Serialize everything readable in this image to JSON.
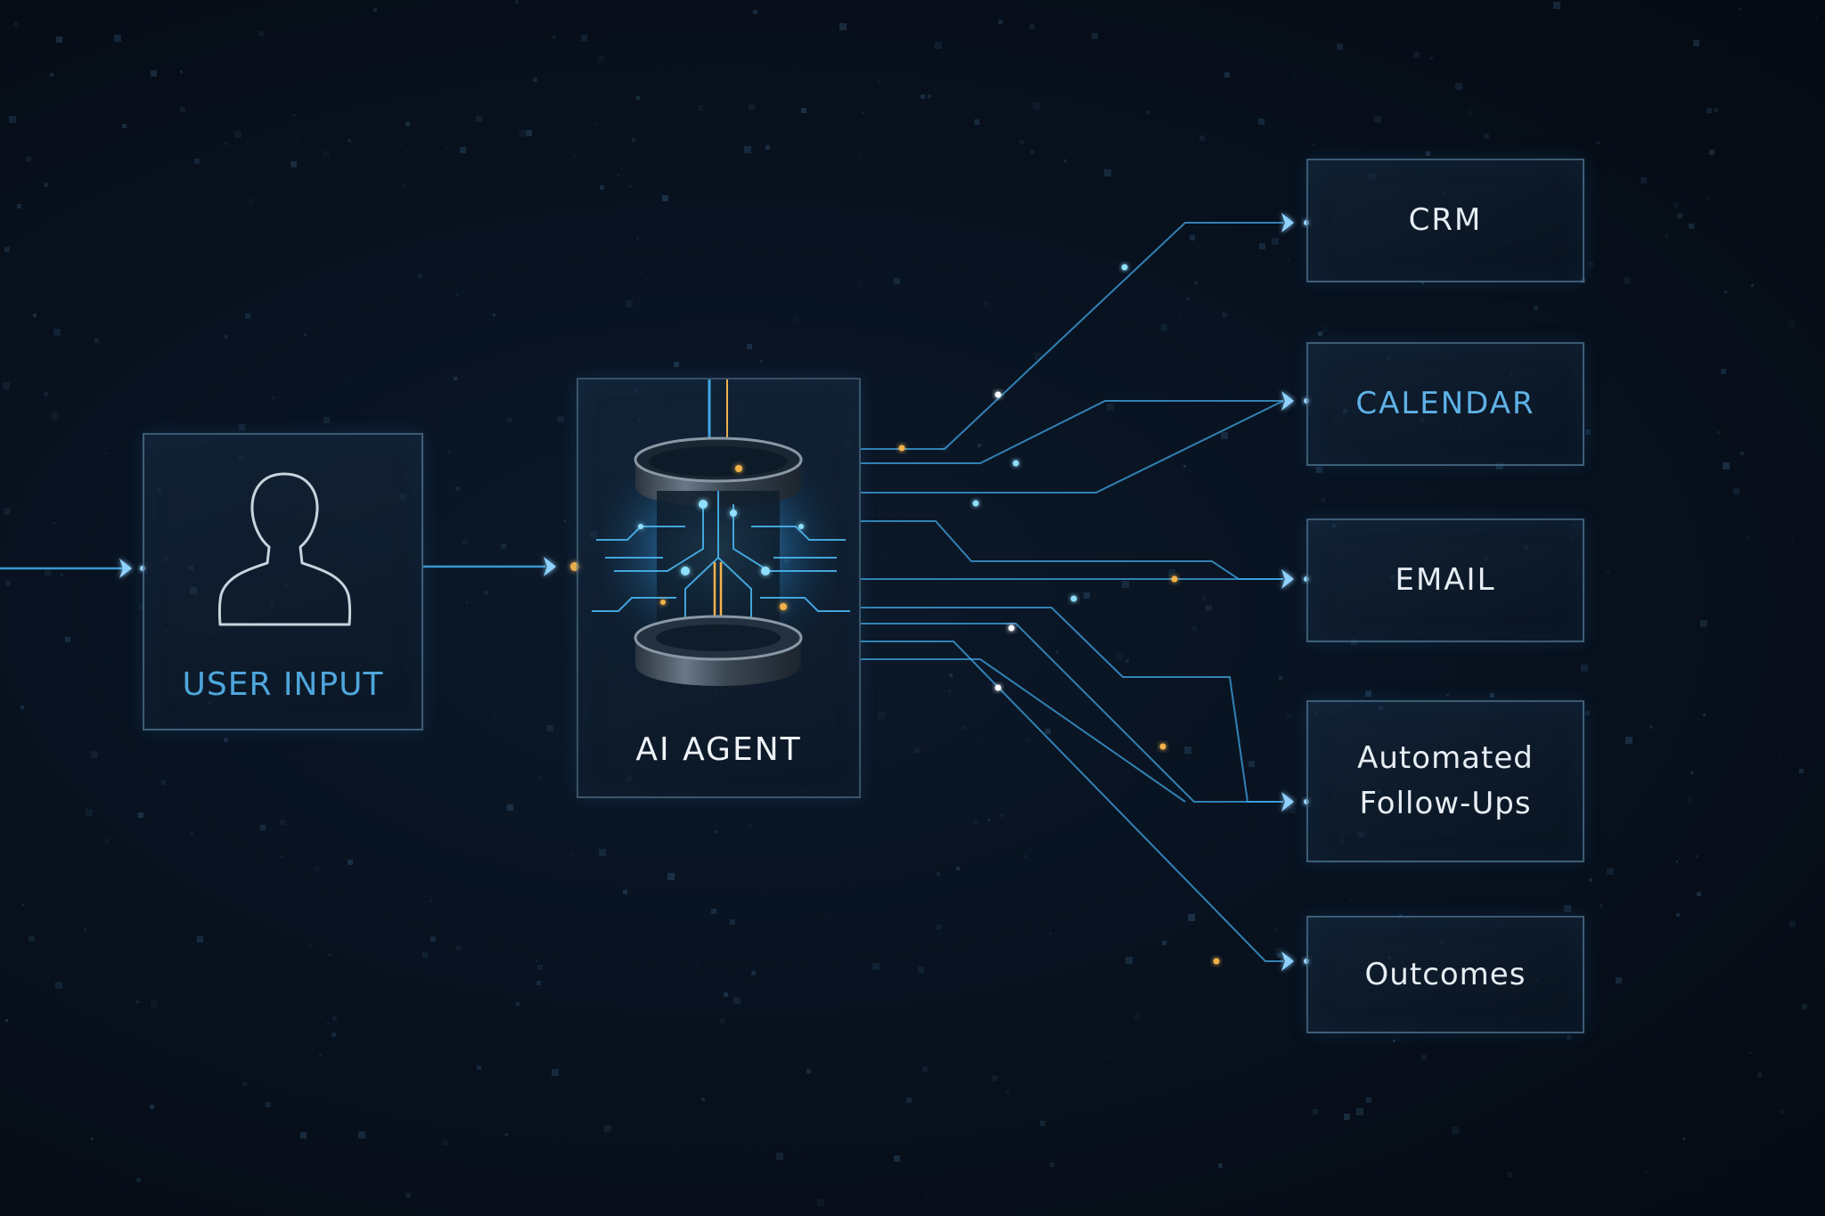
{
  "nodes": {
    "user": {
      "label": "USER INPUT",
      "icon": "user-silhouette-icon"
    },
    "agent": {
      "label": "AI AGENT",
      "icon": "ai-core-icon"
    },
    "outputs": [
      {
        "label": "CRM"
      },
      {
        "label": "CALENDAR"
      },
      {
        "label": "EMAIL"
      },
      {
        "label": "Automated\nFollow-Ups"
      },
      {
        "label": "Outcomes"
      }
    ]
  },
  "colors": {
    "background": "#070d16",
    "line": "#3fa7e6",
    "glow_gold": "#f2b24a",
    "accent_label": "#4ea6dc",
    "text": "#e6edf3"
  }
}
